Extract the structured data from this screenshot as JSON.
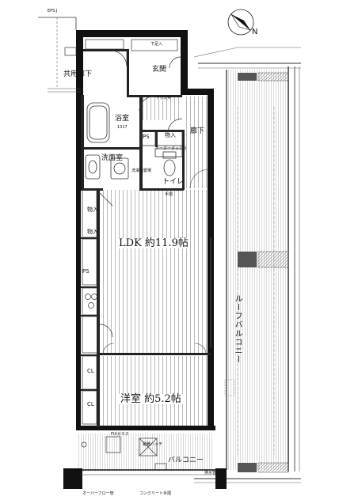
{
  "compass": {
    "north_label": "N",
    "icon": "north-arrow-icon"
  },
  "top_note": "EPS.J",
  "rooms": {
    "ldk": "LDK 約11.9帖",
    "western_room": "洋室 約5.2帖",
    "bath": "浴室",
    "bath_size": "1317",
    "washroom": "洗面室",
    "toilet": "トイレ",
    "entrance": "玄関",
    "corridor": "廊下",
    "shared_corridor": "共用廊下",
    "roof_balcony": "ルーフバルコニー",
    "balcony": "バルコニー"
  },
  "labels": {
    "storage": "物入",
    "ps": "PS",
    "cl": "CL",
    "shoe_box": "下足入",
    "fitting": "FIXガラス",
    "meter": "メーターボックス",
    "handrail": "手摺",
    "overflow": "オーバーフロー管",
    "concrete": "コンクリート手摺",
    "wash_machine": "洗濯機置場",
    "pipe_shaft": "排水管",
    "emergency_hatch": "避難ハッチ",
    "ceiling": "下り天井"
  }
}
